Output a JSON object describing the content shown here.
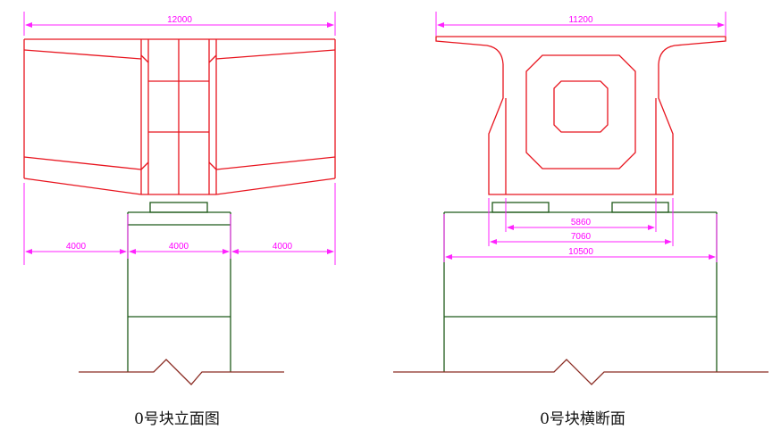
{
  "elevation_view": {
    "caption": "0号块立面图",
    "dims": {
      "top_width": "12000",
      "left_span": "4000",
      "middle_span": "4000",
      "right_span": "4000"
    }
  },
  "cross_section_view": {
    "caption": "0号块横断面",
    "dims": {
      "top_width": "11200",
      "bearing_inner": "5860",
      "bearing_outer": "7060",
      "pier_width": "10500"
    }
  },
  "colors": {
    "girder": "#e8141e",
    "pier": "#1f5b1a",
    "dimension": "#ff22ff",
    "ground": "#8a2b22"
  }
}
